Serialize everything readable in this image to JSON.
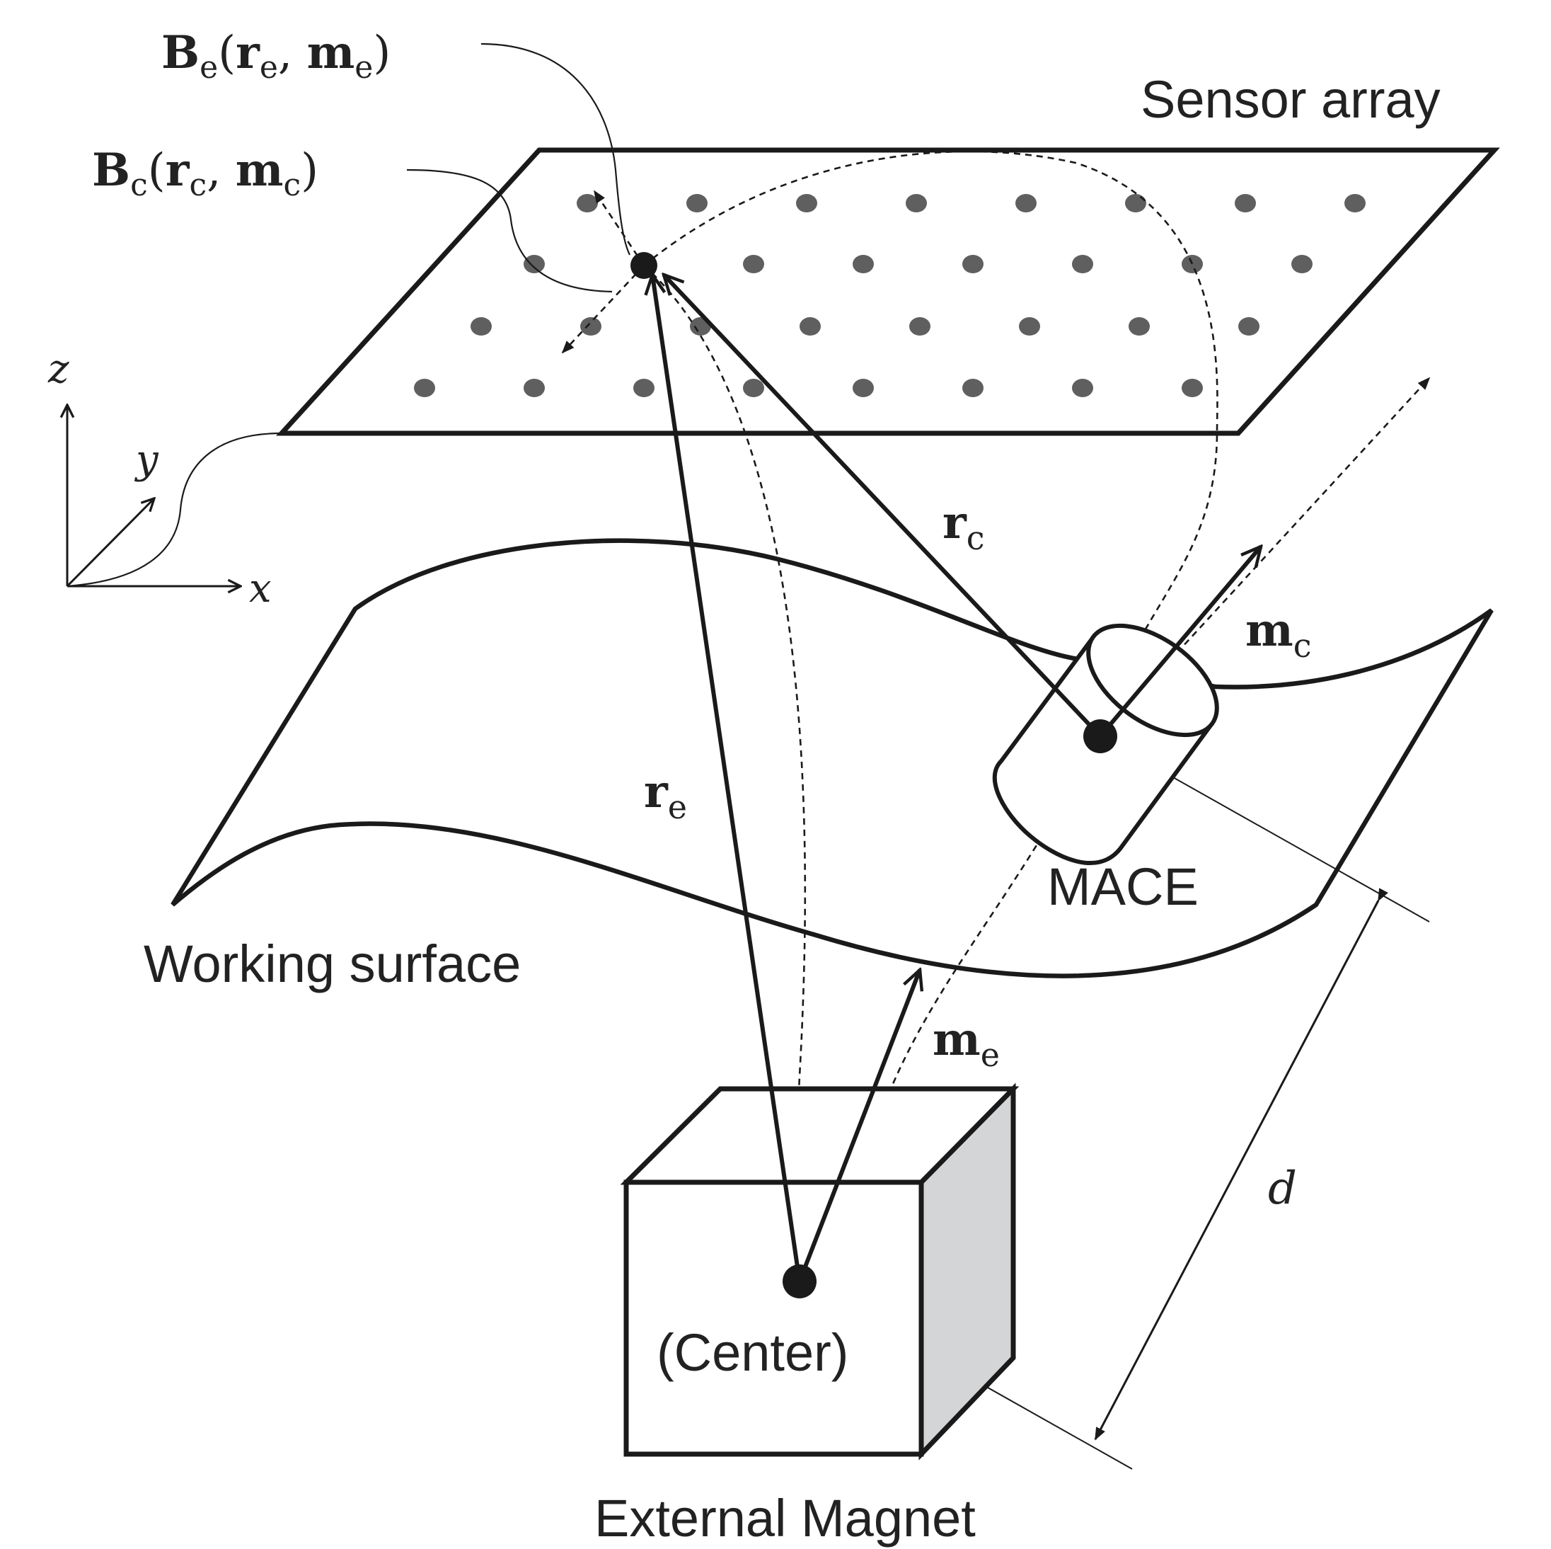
{
  "labels": {
    "be_label": {
      "sym": "B",
      "sub1": "e",
      "open": "(",
      "r": "r",
      "sub2": "e",
      "comma": ", ",
      "m": "m",
      "sub3": "e",
      "close": ")"
    },
    "bc_label": {
      "sym": "B",
      "sub1": "c",
      "open": "(",
      "r": "r",
      "sub2": "c",
      "comma": ", ",
      "m": "m",
      "sub3": "c",
      "close": ")"
    },
    "sensor_array": "Sensor array",
    "working_surface": "Working surface",
    "mace": "MACE",
    "center": "(Center)",
    "external_magnet": "External Magnet",
    "rc": {
      "sym": "r",
      "sub": "c"
    },
    "re": {
      "sym": "r",
      "sub": "e"
    },
    "mc": {
      "sym": "m",
      "sub": "c"
    },
    "me": {
      "sym": "m",
      "sub": "e"
    },
    "distance": "d",
    "axis_x": "x",
    "axis_y": "y",
    "axis_z": "z"
  },
  "colors": {
    "line": "#1a1a1a",
    "sensor_dot": "#5f5f5f",
    "magnet_side": "#d4d5d7",
    "text": "#222222"
  }
}
